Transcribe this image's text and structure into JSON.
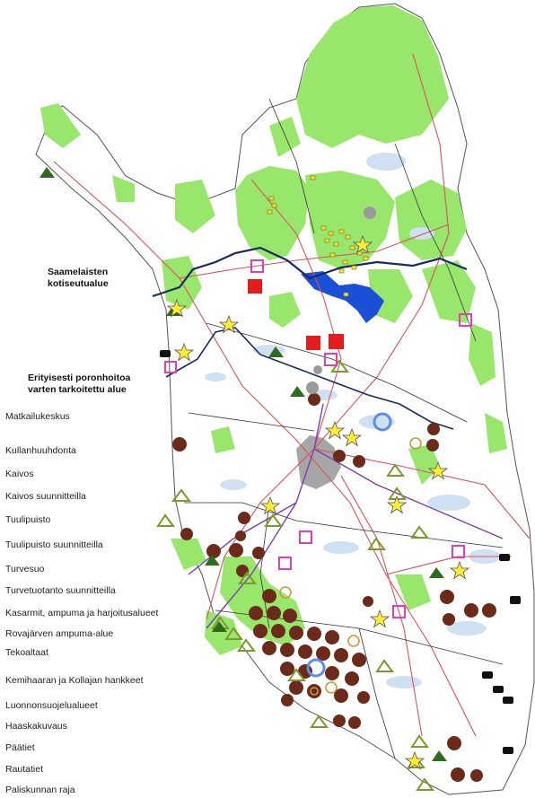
{
  "annotations": {
    "sami_line1": "Saamelaisten",
    "sami_line2": "kotiseutualue",
    "reindeer_line1": "Erityisesti poronhoitoa",
    "reindeer_line2": "varten tarkoitettu alue"
  },
  "legend": [
    "Matkailukeskus",
    "Kullanhuuhdonta",
    "Kaivos",
    "Kaivos suunnitteilla",
    "Tuulipuisto",
    "Tuulipuisto suunnitteilla",
    "Turvesuo",
    "Turvetuotanto suunnitteilla",
    "Kasarmit, ampuma ja harjoitusalueet",
    "Rovajärven ampuma-alue",
    "Tekoaltaat",
    "Kemihaaran ja Kollajan hankkeet",
    "Luonnonsuojelualueet",
    "Haaskakuvaus",
    "Päätiet",
    "Rautatiet",
    "Paliskunnan raja"
  ],
  "colors": {
    "protected_area": "#98e66c",
    "land": "#ffffff",
    "water": "#cfe0f2",
    "reservoir": "#1a4fd8",
    "roads": "#d9545a",
    "railways": "#7a3fb0",
    "herding_boundary": "#222222",
    "sami_boundary": "#1a2a60",
    "peat": "#6b2a1a",
    "star_fill": "#ffee33",
    "wind_planned": "#7a9a2a",
    "mine_planned": "#e040b0",
    "mine": "#e51c1c",
    "barracks": "#2f6b1e",
    "gray_area": "#a6a6a6"
  }
}
